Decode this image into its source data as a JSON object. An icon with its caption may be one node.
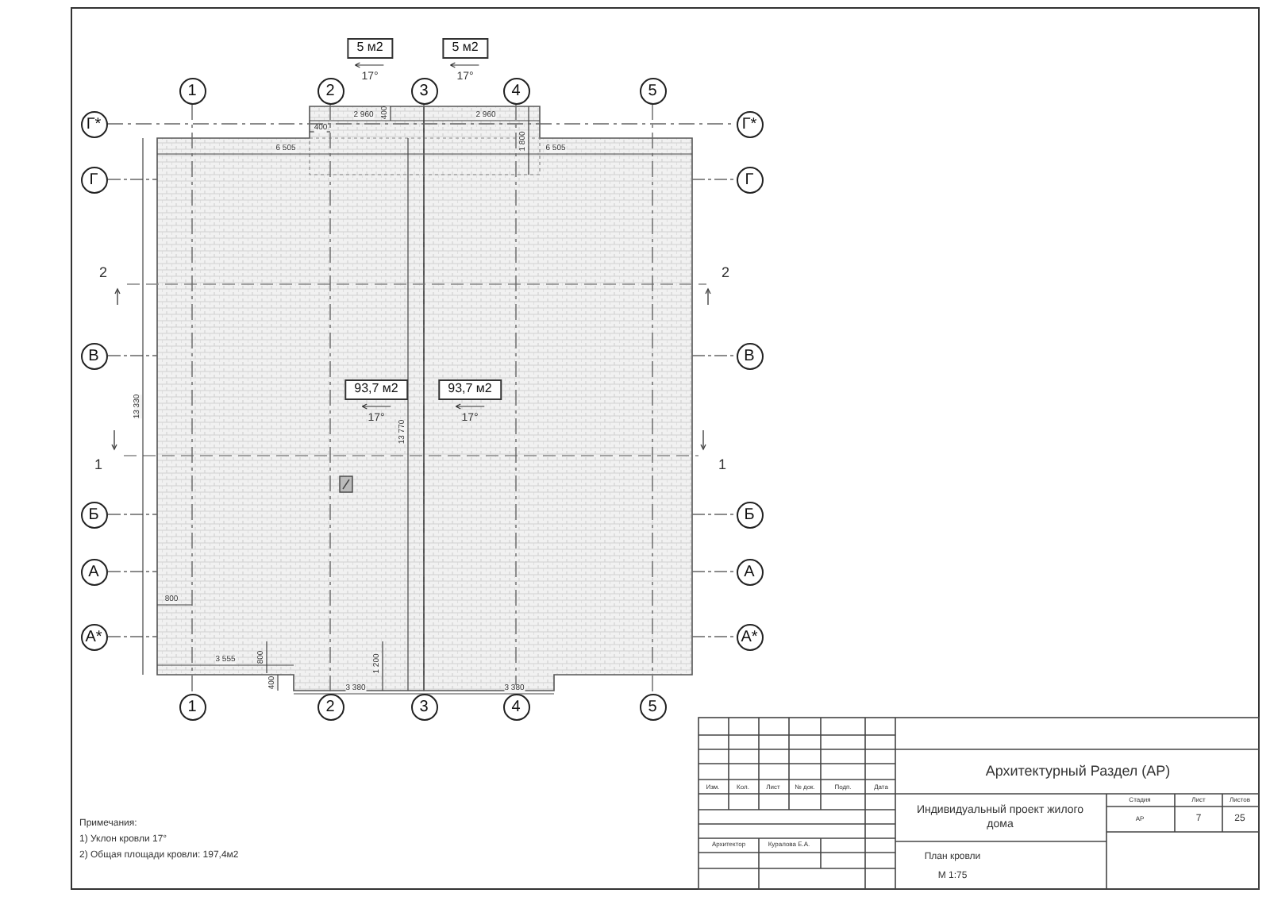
{
  "diagram": {
    "nodes": [
      {
        "text": [
          "5 м2"
        ],
        "beside": [
          "17°"
        ]
      },
      {
        "text": [
          "5 м2"
        ],
        "beside": [
          "17°"
        ]
      },
      {
        "text": [
          "1"
        ]
      },
      {
        "text": [
          "2"
        ]
      },
      {
        "text": [
          "3"
        ]
      },
      {
        "text": [
          "4"
        ]
      },
      {
        "text": [
          "5"
        ]
      },
      {
        "text": [
          "Г*"
        ]
      },
      {
        "text": [
          "Г*"
        ]
      },
      {
        "text": [
          "Г"
        ]
      },
      {
        "text": [
          "Г"
        ]
      },
      {
        "text": [
          "В"
        ]
      },
      {
        "text": [
          "В"
        ]
      },
      {
        "text": [
          "93,7 м2"
        ],
        "beside": [
          "17°"
        ]
      },
      {
        "text": [
          "93,7 м2"
        ],
        "beside": [
          "17°"
        ]
      },
      {
        "text": [
          "Б"
        ]
      },
      {
        "text": [
          "Б"
        ]
      },
      {
        "text": [
          "А"
        ]
      },
      {
        "text": [
          "А"
        ]
      },
      {
        "text": [
          "А*"
        ]
      },
      {
        "text": [
          "А*"
        ]
      },
      {
        "text": [
          "1"
        ]
      },
      {
        "text": [
          "2"
        ]
      },
      {
        "text": [
          "3"
        ]
      },
      {
        "text": [
          "4"
        ]
      },
      {
        "text": [
          "5"
        ]
      }
    ],
    "edges": [
      {
        "from": 2,
        "to": 21,
        "arrow": "none",
        "style": "dashed"
      },
      {
        "from": 3,
        "to": 22,
        "arrow": "none",
        "style": "dashed"
      },
      {
        "from": 4,
        "to": 23,
        "arrow": "none",
        "style": "dashed"
      },
      {
        "from": 5,
        "to": 24,
        "arrow": "none",
        "style": "dashed"
      },
      {
        "from": 6,
        "to": 25,
        "arrow": "none",
        "style": "dashed"
      },
      {
        "from": 7,
        "to": 8,
        "arrow": "none",
        "style": "dashed"
      }
    ],
    "labels": [
      "2 960",
      "2 960",
      "400",
      "400",
      "1 800",
      "6 505",
      "6 505",
      "2",
      "2",
      "13 330",
      "13 770",
      "1",
      "1",
      "800",
      "3 555",
      "800",
      "1 200",
      "400",
      "3 380",
      "3 380",
      "Архитектурный Раздел (АР)",
      "Изм.",
      "Кол.",
      "Лист",
      "№ док.",
      "Подп.",
      "Дата",
      "Индивидуальный проект жилого дома",
      "Стадия",
      "Лист",
      "Листов",
      "АР",
      "7",
      "25",
      "Архитектор",
      "Куралова Е.А.",
      "План кровли",
      "М 1:75",
      "Примечания:",
      "1) Уклон кровли 17°",
      "2) Общая площади кровли: 197,4м2"
    ]
  }
}
